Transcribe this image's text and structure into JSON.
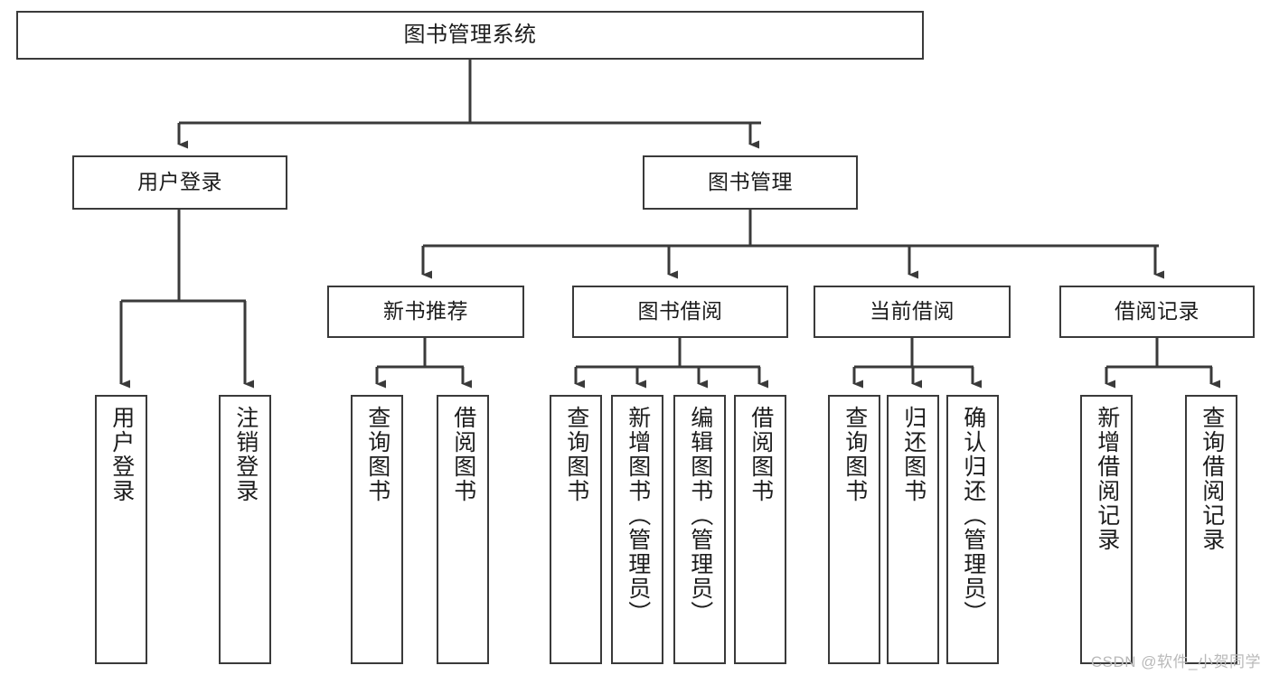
{
  "diagram": {
    "title": "图书管理系统",
    "type": "tree-hierarchy-chart",
    "watermark": "CSDN @软件_小贺同学",
    "accent_colors": {
      "border": "#3a3a3a",
      "text": "#1c1c1c",
      "background": "#ffffff",
      "watermark": "#b9b9b9"
    },
    "nodes": {
      "root": {
        "label": "图书管理系统"
      },
      "level2": [
        {
          "label": "用户登录"
        },
        {
          "label": "图书管理"
        }
      ],
      "level3": [
        {
          "label": "新书推荐"
        },
        {
          "label": "图书借阅"
        },
        {
          "label": "当前借阅"
        },
        {
          "label": "借阅记录"
        }
      ],
      "leaves": {
        "user_login": [
          {
            "label": "用户登录"
          },
          {
            "label": "注销登录"
          }
        ],
        "new_book_recommend": [
          {
            "label": "查询图书"
          },
          {
            "label": "借阅图书"
          }
        ],
        "book_borrow": [
          {
            "label": "查询图书"
          },
          {
            "label": "新增图书（管理员）"
          },
          {
            "label": "编辑图书（管理员）"
          },
          {
            "label": "借阅图书"
          }
        ],
        "current_borrow": [
          {
            "label": "查询图书"
          },
          {
            "label": "归还图书"
          },
          {
            "label": "确认归还（管理员）"
          }
        ],
        "borrow_record": [
          {
            "label": "新增借阅记录"
          },
          {
            "label": "查询借阅记录"
          }
        ]
      }
    }
  }
}
